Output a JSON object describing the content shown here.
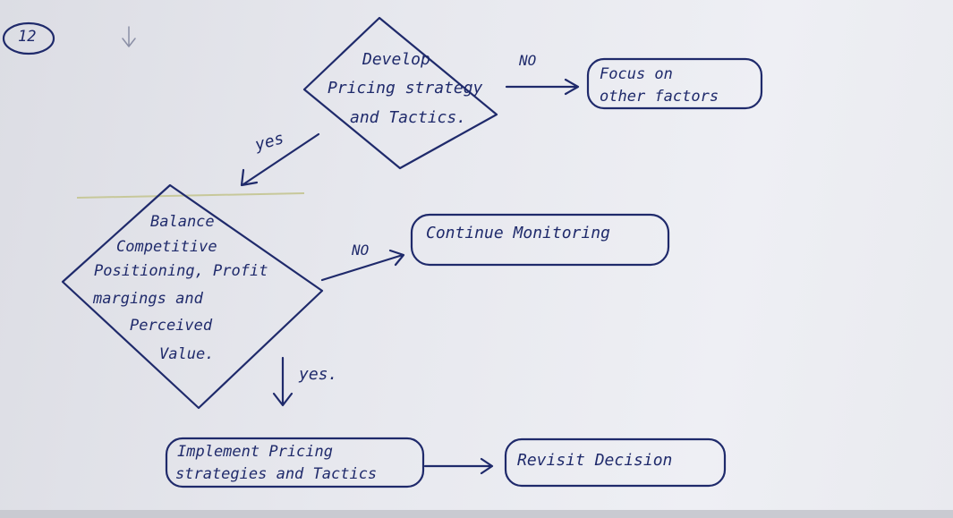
{
  "page_label": "12",
  "nodes": {
    "develop": {
      "lines": [
        "Develop",
        "Pricing strategy",
        "and Tactics."
      ]
    },
    "focus": {
      "lines": [
        "Focus on",
        "other factors"
      ]
    },
    "balance": {
      "lines": [
        "Balance",
        "Competitive",
        "Positioning, Profit",
        "margings and",
        "Perceived",
        "Value."
      ]
    },
    "continue": {
      "text": "Continue Monitoring"
    },
    "implement": {
      "lines": [
        "Implement Pricing",
        "strategies and Tactics"
      ]
    },
    "revisit": {
      "text": "Revisit Decision"
    }
  },
  "edges": {
    "develop_no": "NO",
    "develop_yes": "yes",
    "balance_no": "NO",
    "balance_yes": "yes."
  },
  "colors": {
    "ink": "#1f2a6b",
    "paper": "#e7e8ee"
  }
}
